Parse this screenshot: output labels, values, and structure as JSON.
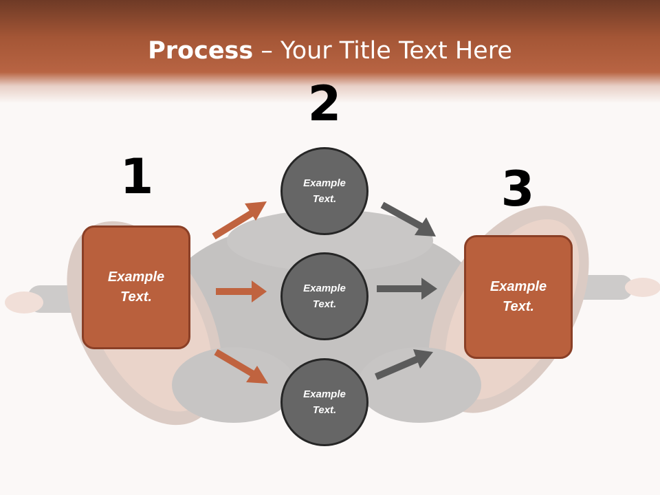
{
  "title": {
    "bold": "Process",
    "rest": " – Your Title Text Here"
  },
  "steps": {
    "one": "1",
    "two": "2",
    "three": "3"
  },
  "left_box": {
    "text": "Example\nText."
  },
  "right_box": {
    "text": "Example\nText."
  },
  "circles": [
    {
      "text": "Example\nText."
    },
    {
      "text": "Example\nText."
    },
    {
      "text": "Example\nText."
    }
  ],
  "colors": {
    "header": "#a45636",
    "box_fill": "#b9603d",
    "box_border": "#8a3f26",
    "circle_fill": "#666666",
    "circle_border": "#262626",
    "arrow_orange": "#c0633f",
    "arrow_gray": "#5b5b5b"
  }
}
